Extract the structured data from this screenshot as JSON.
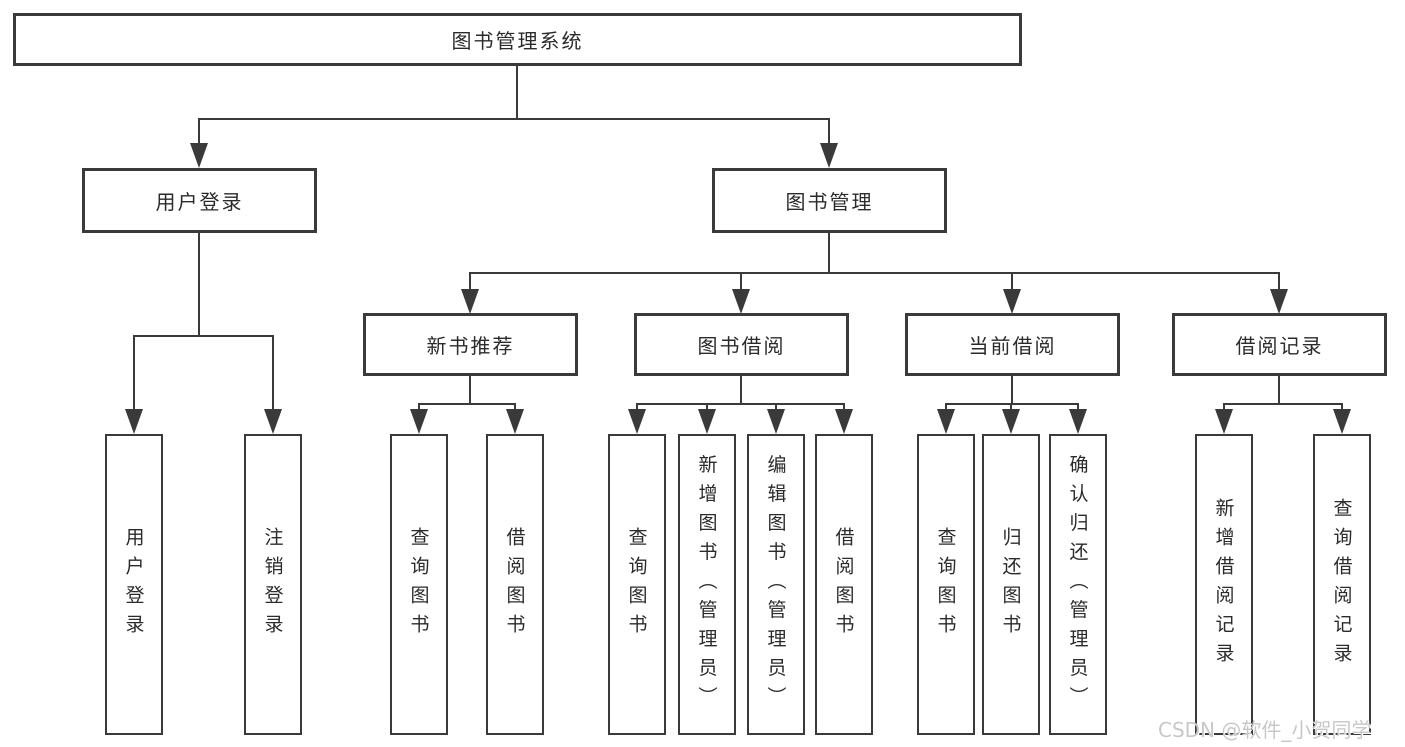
{
  "diagram": {
    "nodes": {
      "root": {
        "label": "图书管理系统"
      },
      "user_login": {
        "label": "用户登录"
      },
      "book_management": {
        "label": "图书管理"
      },
      "new_book_recommend": {
        "label": "新书推荐"
      },
      "book_borrow": {
        "label": "图书借阅"
      },
      "current_borrow": {
        "label": "当前借阅"
      },
      "borrow_records": {
        "label": "借阅记录"
      }
    },
    "leaves": {
      "user_login_children": [
        {
          "label": "用户登录"
        },
        {
          "label": "注销登录"
        }
      ],
      "new_book_children": [
        {
          "label": "查询图书"
        },
        {
          "label": "借阅图书"
        }
      ],
      "book_borrow_children": [
        {
          "label": "查询图书"
        },
        {
          "label": "新增图书（管理员）"
        },
        {
          "label": "编辑图书（管理员）"
        },
        {
          "label": "借阅图书"
        }
      ],
      "current_borrow_children": [
        {
          "label": "查询图书"
        },
        {
          "label": "归还图书"
        },
        {
          "label": "确认归还（管理员）"
        }
      ],
      "borrow_records_children": [
        {
          "label": "新增借阅记录"
        },
        {
          "label": "查询借阅记录"
        }
      ]
    },
    "watermark": "CSDN @软件_小贺同学",
    "colors": {
      "line": "#3a3a3a",
      "border": "#3a3a3a",
      "text": "#2b2b2b",
      "watermark": "#c8c8c8",
      "background": "#ffffff"
    }
  }
}
